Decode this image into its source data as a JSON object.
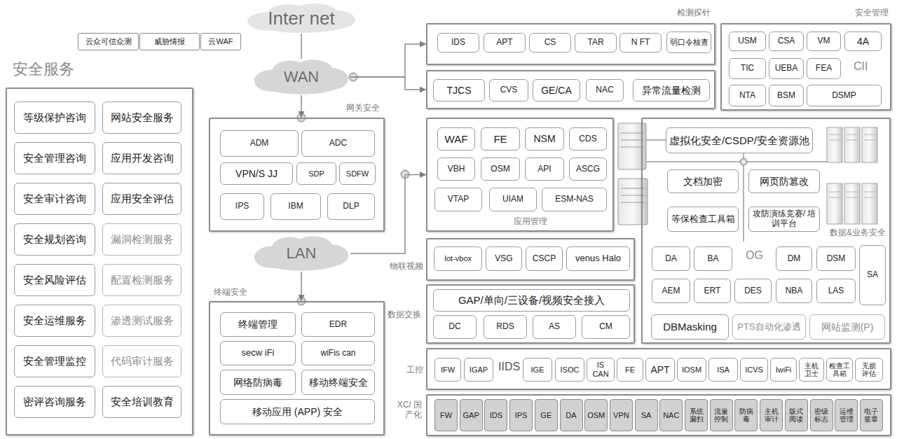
{
  "diagram": {
    "nodes": [
      {
        "text": [
          "云众可信众测"
        ]
      },
      {
        "text": [
          "威胁情报"
        ]
      },
      {
        "text": [
          "云WAF"
        ]
      },
      {
        "text": [
          "Inter net"
        ]
      },
      {
        "text": [
          "WAN"
        ]
      },
      {
        "text": [
          "安全服务"
        ]
      },
      {
        "text": [
          "等级保护咨询"
        ],
        "in": 5
      },
      {
        "text": [
          "网站安全服务"
        ],
        "in": 5
      },
      {
        "text": [
          "安全管理咨询"
        ],
        "in": 5
      },
      {
        "text": [
          "应用开发咨询"
        ],
        "in": 5
      },
      {
        "text": [
          "安全审计咨询"
        ],
        "in": 5
      },
      {
        "text": [
          "应用安全评估"
        ],
        "in": 5
      },
      {
        "text": [
          "安全规划咨询"
        ],
        "in": 5
      },
      {
        "text": [
          "漏洞检测服务"
        ],
        "in": 5
      },
      {
        "text": [
          "安全风险评估"
        ],
        "in": 5
      },
      {
        "text": [
          "配置检测服务"
        ],
        "in": 5
      },
      {
        "text": [
          "安全运维服务"
        ],
        "in": 5
      },
      {
        "text": [
          "渗透测试服务"
        ],
        "in": 5
      },
      {
        "text": [
          "安全管理监控"
        ],
        "in": 5
      },
      {
        "text": [
          "代码审计服务"
        ],
        "in": 5
      },
      {
        "text": [
          "密评咨询服务"
        ],
        "in": 5
      },
      {
        "text": [
          "安全培训教育"
        ],
        "in": 5
      },
      {
        "text": [
          "检测探针"
        ]
      },
      {
        "text": [
          "IDS"
        ],
        "in": 22
      },
      {
        "text": [
          "APT"
        ],
        "in": 22
      },
      {
        "text": [
          "CS"
        ],
        "in": 22
      },
      {
        "text": [
          "TAR"
        ],
        "in": 22
      },
      {
        "text": [
          "N FT"
        ],
        "in": 22
      },
      {
        "text": [
          "弱口令核查"
        ],
        "in": 22
      },
      {
        "text": []
      },
      {
        "text": [
          "TJCS"
        ],
        "in": 29
      },
      {
        "text": [
          "CVS"
        ],
        "in": 29
      },
      {
        "text": [
          "GE/CA"
        ],
        "in": 29
      },
      {
        "text": [
          "NAC"
        ],
        "in": 29
      },
      {
        "text": [
          "异常流量检测"
        ],
        "in": 29
      },
      {
        "text": [
          "安全管理"
        ]
      },
      {
        "text": [
          "USM"
        ],
        "in": 35
      },
      {
        "text": [
          "CSA"
        ],
        "in": 35
      },
      {
        "text": [
          "VM"
        ],
        "in": 35
      },
      {
        "text": [
          "4A"
        ],
        "in": 35
      },
      {
        "text": [
          "TIC"
        ],
        "in": 35
      },
      {
        "text": [
          "UEBA"
        ],
        "in": 35
      },
      {
        "text": [
          "FEA"
        ],
        "in": 35
      },
      {
        "text": [
          "NTA"
        ],
        "in": 35
      },
      {
        "text": [
          "BSM"
        ],
        "in": 35
      },
      {
        "text": [
          "DSMP"
        ],
        "in": 35
      },
      {
        "text": [
          "网关安全"
        ]
      },
      {
        "text": [
          "ADM"
        ],
        "in": 46
      },
      {
        "text": [
          "ADC"
        ],
        "in": 46
      },
      {
        "text": [
          "VPN/S JJ"
        ],
        "in": 46
      },
      {
        "text": [
          "SDP"
        ],
        "in": 46
      },
      {
        "text": [
          "SDFW"
        ],
        "in": 46
      },
      {
        "text": [
          "IPS"
        ],
        "in": 46
      },
      {
        "text": [
          "IBM"
        ],
        "in": 46
      },
      {
        "text": [
          "DLP"
        ],
        "in": 46
      },
      {
        "text": [
          "应用管理"
        ]
      },
      {
        "text": [
          "WAF"
        ],
        "in": 55
      },
      {
        "text": [
          "FE"
        ],
        "in": 55
      },
      {
        "text": [
          "NSM"
        ],
        "in": 55
      },
      {
        "text": [
          "CDS"
        ],
        "in": 55
      },
      {
        "text": [
          "VBH"
        ],
        "in": 55
      },
      {
        "text": [
          "OSM"
        ],
        "in": 55
      },
      {
        "text": [
          "API"
        ],
        "in": 55
      },
      {
        "text": [
          "ASCG"
        ],
        "in": 55
      },
      {
        "text": [
          "VTAP"
        ],
        "in": 55
      },
      {
        "text": [
          "UIAM"
        ],
        "in": 55
      },
      {
        "text": [
          "ESM-NAS"
        ],
        "in": 55
      },
      {
        "text": [
          "数据&业务安全"
        ]
      },
      {
        "text": [
          "虚拟化安全/CSDP/安全资源池"
        ],
        "in": 67
      },
      {
        "text": [
          "文档加密"
        ],
        "in": 67
      },
      {
        "text": [
          "网页防篡改"
        ],
        "in": 67
      },
      {
        "text": [
          "等保检查工具箱"
        ],
        "in": 67
      },
      {
        "text": [
          "攻防演练竞赛/ 培训平台"
        ],
        "in": 67
      },
      {
        "text": [
          "DA"
        ],
        "in": 67
      },
      {
        "text": [
          "BA"
        ],
        "in": 67
      },
      {
        "text": [
          "DM"
        ],
        "in": 67
      },
      {
        "text": [
          "DSM"
        ],
        "in": 67
      },
      {
        "text": [
          "SA"
        ],
        "in": 67
      },
      {
        "text": [
          "AEM"
        ],
        "in": 67
      },
      {
        "text": [
          "ERT"
        ],
        "in": 67
      },
      {
        "text": [
          "DES"
        ],
        "in": 67
      },
      {
        "text": [
          "NBA"
        ],
        "in": 67
      },
      {
        "text": [
          "LAS"
        ],
        "in": 67
      },
      {
        "text": [
          "DBMasking"
        ],
        "in": 67
      },
      {
        "text": [
          "PTS自动化渗透"
        ],
        "in": 67
      },
      {
        "text": [
          "网站监测(P)"
        ],
        "in": 67
      },
      {
        "text": [
          "LAN"
        ]
      },
      {
        "text": [
          "物联视频"
        ]
      },
      {
        "text": [
          "Iot-vbox"
        ],
        "in": 87
      },
      {
        "text": [
          "VSG"
        ],
        "in": 87
      },
      {
        "text": [
          "CSCP"
        ],
        "in": 87
      },
      {
        "text": [
          "venus Halo"
        ],
        "in": 87
      },
      {
        "text": [
          "数据交换"
        ]
      },
      {
        "text": [
          "GAP/单向/三设备/视频安全接入"
        ],
        "in": 92
      },
      {
        "text": [
          "DC"
        ],
        "in": 92
      },
      {
        "text": [
          "RDS"
        ],
        "in": 92
      },
      {
        "text": [
          "AS"
        ],
        "in": 92
      },
      {
        "text": [
          "CM"
        ],
        "in": 92
      },
      {
        "text": [
          "终端安全"
        ]
      },
      {
        "text": [
          "终端管理"
        ],
        "in": 98
      },
      {
        "text": [
          "EDR"
        ],
        "in": 98
      },
      {
        "text": [
          "secw iFi"
        ],
        "in": 98
      },
      {
        "text": [
          "wiFis can"
        ],
        "in": 98
      },
      {
        "text": [
          "网络防病毒"
        ],
        "in": 98
      },
      {
        "text": [
          "移动终端安全"
        ],
        "in": 98
      },
      {
        "text": [
          "移动应用 (APP) 安全"
        ],
        "in": 98
      },
      {
        "text": [
          "工控"
        ]
      },
      {
        "text": [
          "IFW"
        ],
        "in": 106
      },
      {
        "text": [
          "IGAP"
        ],
        "in": 106
      },
      {
        "text": [
          "IGE"
        ],
        "in": 106
      },
      {
        "text": [
          "ISOC"
        ],
        "in": 106
      },
      {
        "text": [
          "IS CAN"
        ],
        "in": 106
      },
      {
        "text": [
          "FE"
        ],
        "in": 106
      },
      {
        "text": [
          "APT"
        ],
        "in": 106
      },
      {
        "text": [
          "IOSM"
        ],
        "in": 106
      },
      {
        "text": [
          "ISA"
        ],
        "in": 106
      },
      {
        "text": [
          "ICVS"
        ],
        "in": 106
      },
      {
        "text": [
          "IwiFi"
        ],
        "in": 106
      },
      {
        "text": [
          "主机 卫士"
        ],
        "in": 106
      },
      {
        "text": [
          "检查工 具箱"
        ],
        "in": 106
      },
      {
        "text": [
          "无损 评估"
        ],
        "in": 106
      },
      {
        "text": [
          "XC/ 国产化"
        ]
      },
      {
        "text": [
          "FW"
        ],
        "in": 121
      },
      {
        "text": [
          "GAP"
        ],
        "in": 121
      },
      {
        "text": [
          "IDS"
        ],
        "in": 121
      },
      {
        "text": [
          "IPS"
        ],
        "in": 121
      },
      {
        "text": [
          "GE"
        ],
        "in": 121
      },
      {
        "text": [
          "DA"
        ],
        "in": 121
      },
      {
        "text": [
          "OSM"
        ],
        "in": 121
      },
      {
        "text": [
          "VPN"
        ],
        "in": 121
      },
      {
        "text": [
          "SA"
        ],
        "in": 121
      },
      {
        "text": [
          "NAC"
        ],
        "in": 121
      },
      {
        "text": [
          "系统 漏扫"
        ],
        "in": 121
      },
      {
        "text": [
          "流量 控制"
        ],
        "in": 121
      },
      {
        "text": [
          "防病 毒"
        ],
        "in": 121
      },
      {
        "text": [
          "主机 审计"
        ],
        "in": 121
      },
      {
        "text": [
          "版式 阅读"
        ],
        "in": 121
      },
      {
        "text": [
          "密级 标志"
        ],
        "in": 121
      },
      {
        "text": [
          "运维 管理"
        ],
        "in": 121
      },
      {
        "text": [
          "电子 签章"
        ],
        "in": 121
      }
    ],
    "edges": [
      {
        "from": 3,
        "to": 4,
        "arrow": "none"
      },
      {
        "from": 4,
        "to": 46,
        "arrow": "to"
      },
      {
        "from": 4,
        "to": 22,
        "arrow": "to"
      },
      {
        "from": 4,
        "to": 29,
        "arrow": "to"
      },
      {
        "from": 86,
        "to": 55,
        "arrow": "to"
      },
      {
        "from": 86,
        "to": 98,
        "arrow": "to"
      }
    ],
    "labels": [
      "CII",
      "OG",
      "IIDS"
    ]
  }
}
